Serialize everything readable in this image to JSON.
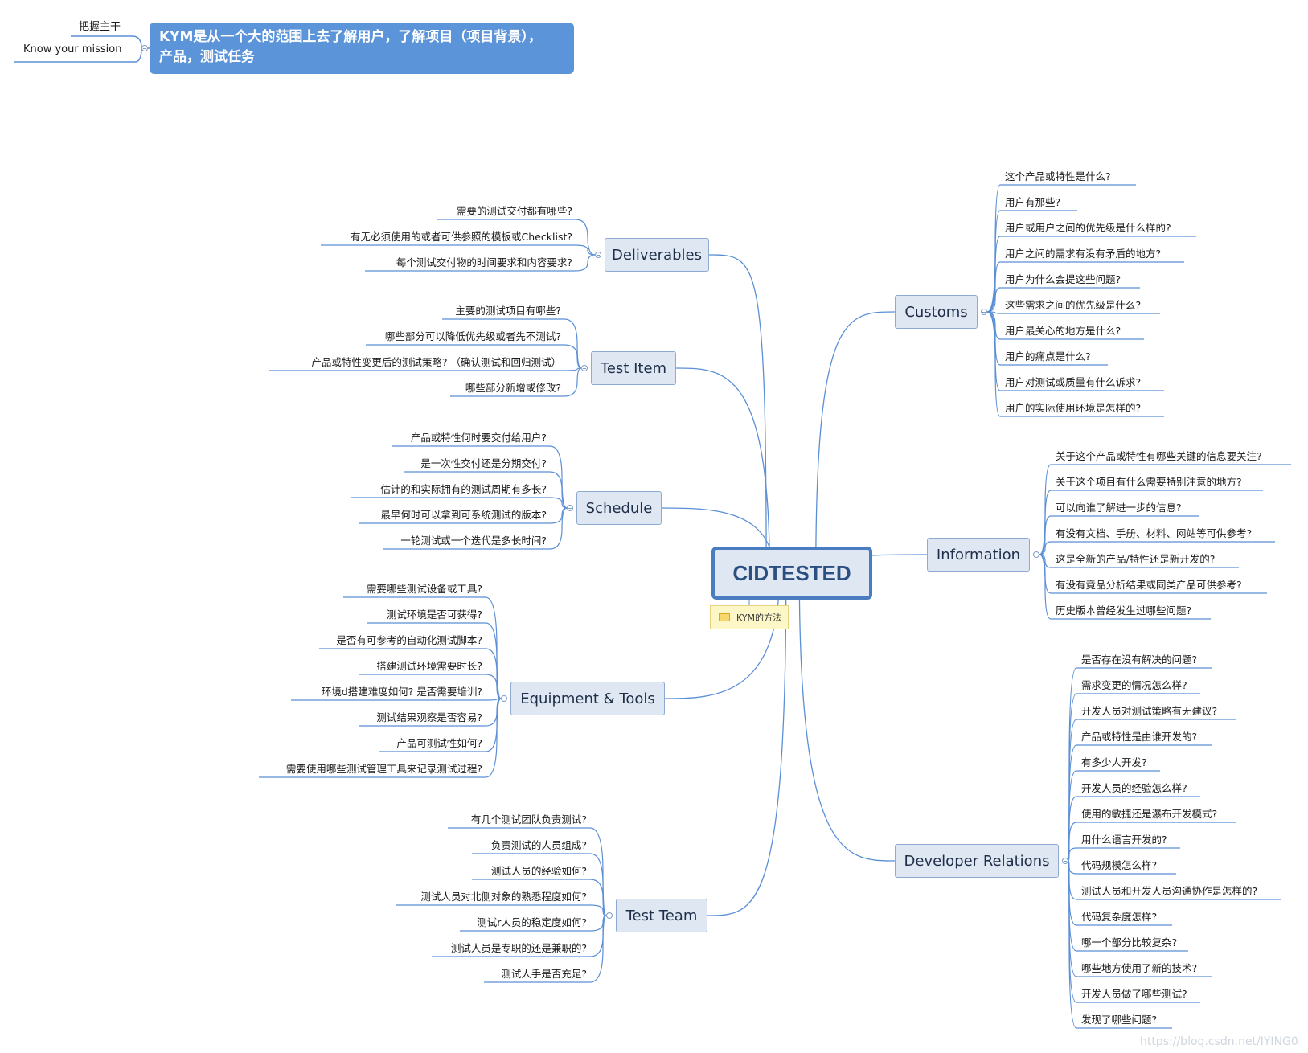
{
  "top": {
    "label_cn": "把握主干",
    "label_en": "Know your mission",
    "banner_line1": "KYM是从一个大的范围上去了解用户，了解项目（项目背景），",
    "banner_line2": "产品，测试任务"
  },
  "central": {
    "label": "CIDTESTED",
    "note": "KYM的方法"
  },
  "branches": {
    "deliverables": {
      "label": "Deliverables",
      "items": [
        "需要的测试交付都有哪些?",
        "有无必须使用的或者可供参照的模板或Checklist?",
        "每个测试交付物的时间要求和内容要求?"
      ]
    },
    "testitem": {
      "label": "Test Item",
      "items": [
        "主要的测试项目有哪些?",
        "哪些部分可以降低优先级或者先不测试?",
        "产品或特性变更后的测试策略?  （确认测试和回归测试）",
        "哪些部分新增或修改?"
      ]
    },
    "schedule": {
      "label": "Schedule",
      "items": [
        "产品或特性何时要交付给用户?",
        "是一次性交付还是分期交付?",
        "估计的和实际拥有的测试周期有多长?",
        "最早何时可以拿到可系统测试的版本?",
        "一轮测试或一个迭代是多长时间?"
      ]
    },
    "equipment": {
      "label": "Equipment & Tools",
      "items": [
        "需要哪些测试设备或工具?",
        "测试环境是否可获得?",
        "是否有可参考的自动化测试脚本?",
        "搭建测试环境需要时长?",
        "环境d搭建难度如何?  是否需要培训?",
        "测试结果观察是否容易?",
        "产品可测试性如何?",
        "需要使用哪些测试管理工具来记录测试过程?"
      ]
    },
    "testteam": {
      "label": "Test Team",
      "items": [
        "有几个测试团队负责测试?",
        "负责测试的人员组成?",
        "测试人员的经验如何?",
        "测试人员对北侧对象的熟悉程度如何?",
        "测试r人员的稳定度如何?",
        "测试人员是专职的还是兼职的?",
        "测试人手是否充足?"
      ]
    },
    "customs": {
      "label": "Customs",
      "items": [
        "这个产品或特性是什么?",
        "用户有那些?",
        "用户或用户之间的优先级是什么样的?",
        "用户之间的需求有没有矛盾的地方?",
        "用户为什么会提这些问题?",
        "这些需求之间的优先级是什么?",
        "用户最关心的地方是什么?",
        "用户的痛点是什么?",
        "用户对测试或质量有什么诉求?",
        "用户的实际使用环境是怎样的?"
      ]
    },
    "information": {
      "label": "Information",
      "items": [
        "关于这个产品或特性有哪些关键的信息要关注?",
        "关于这个项目有什么需要特别注意的地方?",
        "可以向谁了解进一步的信息?",
        "有没有文档、手册、材料、网站等可供参考?",
        "这是全新的产品/特性还是新开发的?",
        "有没有竟品分析结果或同类产品可供参考?",
        "历史版本曾经发生过哪些问题?"
      ]
    },
    "developer": {
      "label": "Developer Relations",
      "items": [
        "是否存在没有解决的问题?",
        "需求变更的情况怎么样?",
        "开发人员对测试策略有无建议?",
        "产品或特性是由谁开发的?",
        "有多少人开发?",
        "开发人员的经验怎么样?",
        "使用的敏捷还是瀑布开发模式?",
        "用什么语言开发的?",
        "代码规模怎么样?",
        "测试人员和开发人员沟通协作是怎样的?",
        "代码复杂度怎样?",
        "哪一个部分比较复杂?",
        "哪些地方使用了新的技术?",
        "开发人员做了哪些测试?",
        "发现了哪些问题?"
      ]
    }
  },
  "watermark": "https://blog.csdn.net/IYING0",
  "colors": {
    "connector": "#5b8fd6",
    "branch_fill": "#dfe7f2",
    "banner": "#5b94d8",
    "central_border": "#4a7cc0"
  }
}
